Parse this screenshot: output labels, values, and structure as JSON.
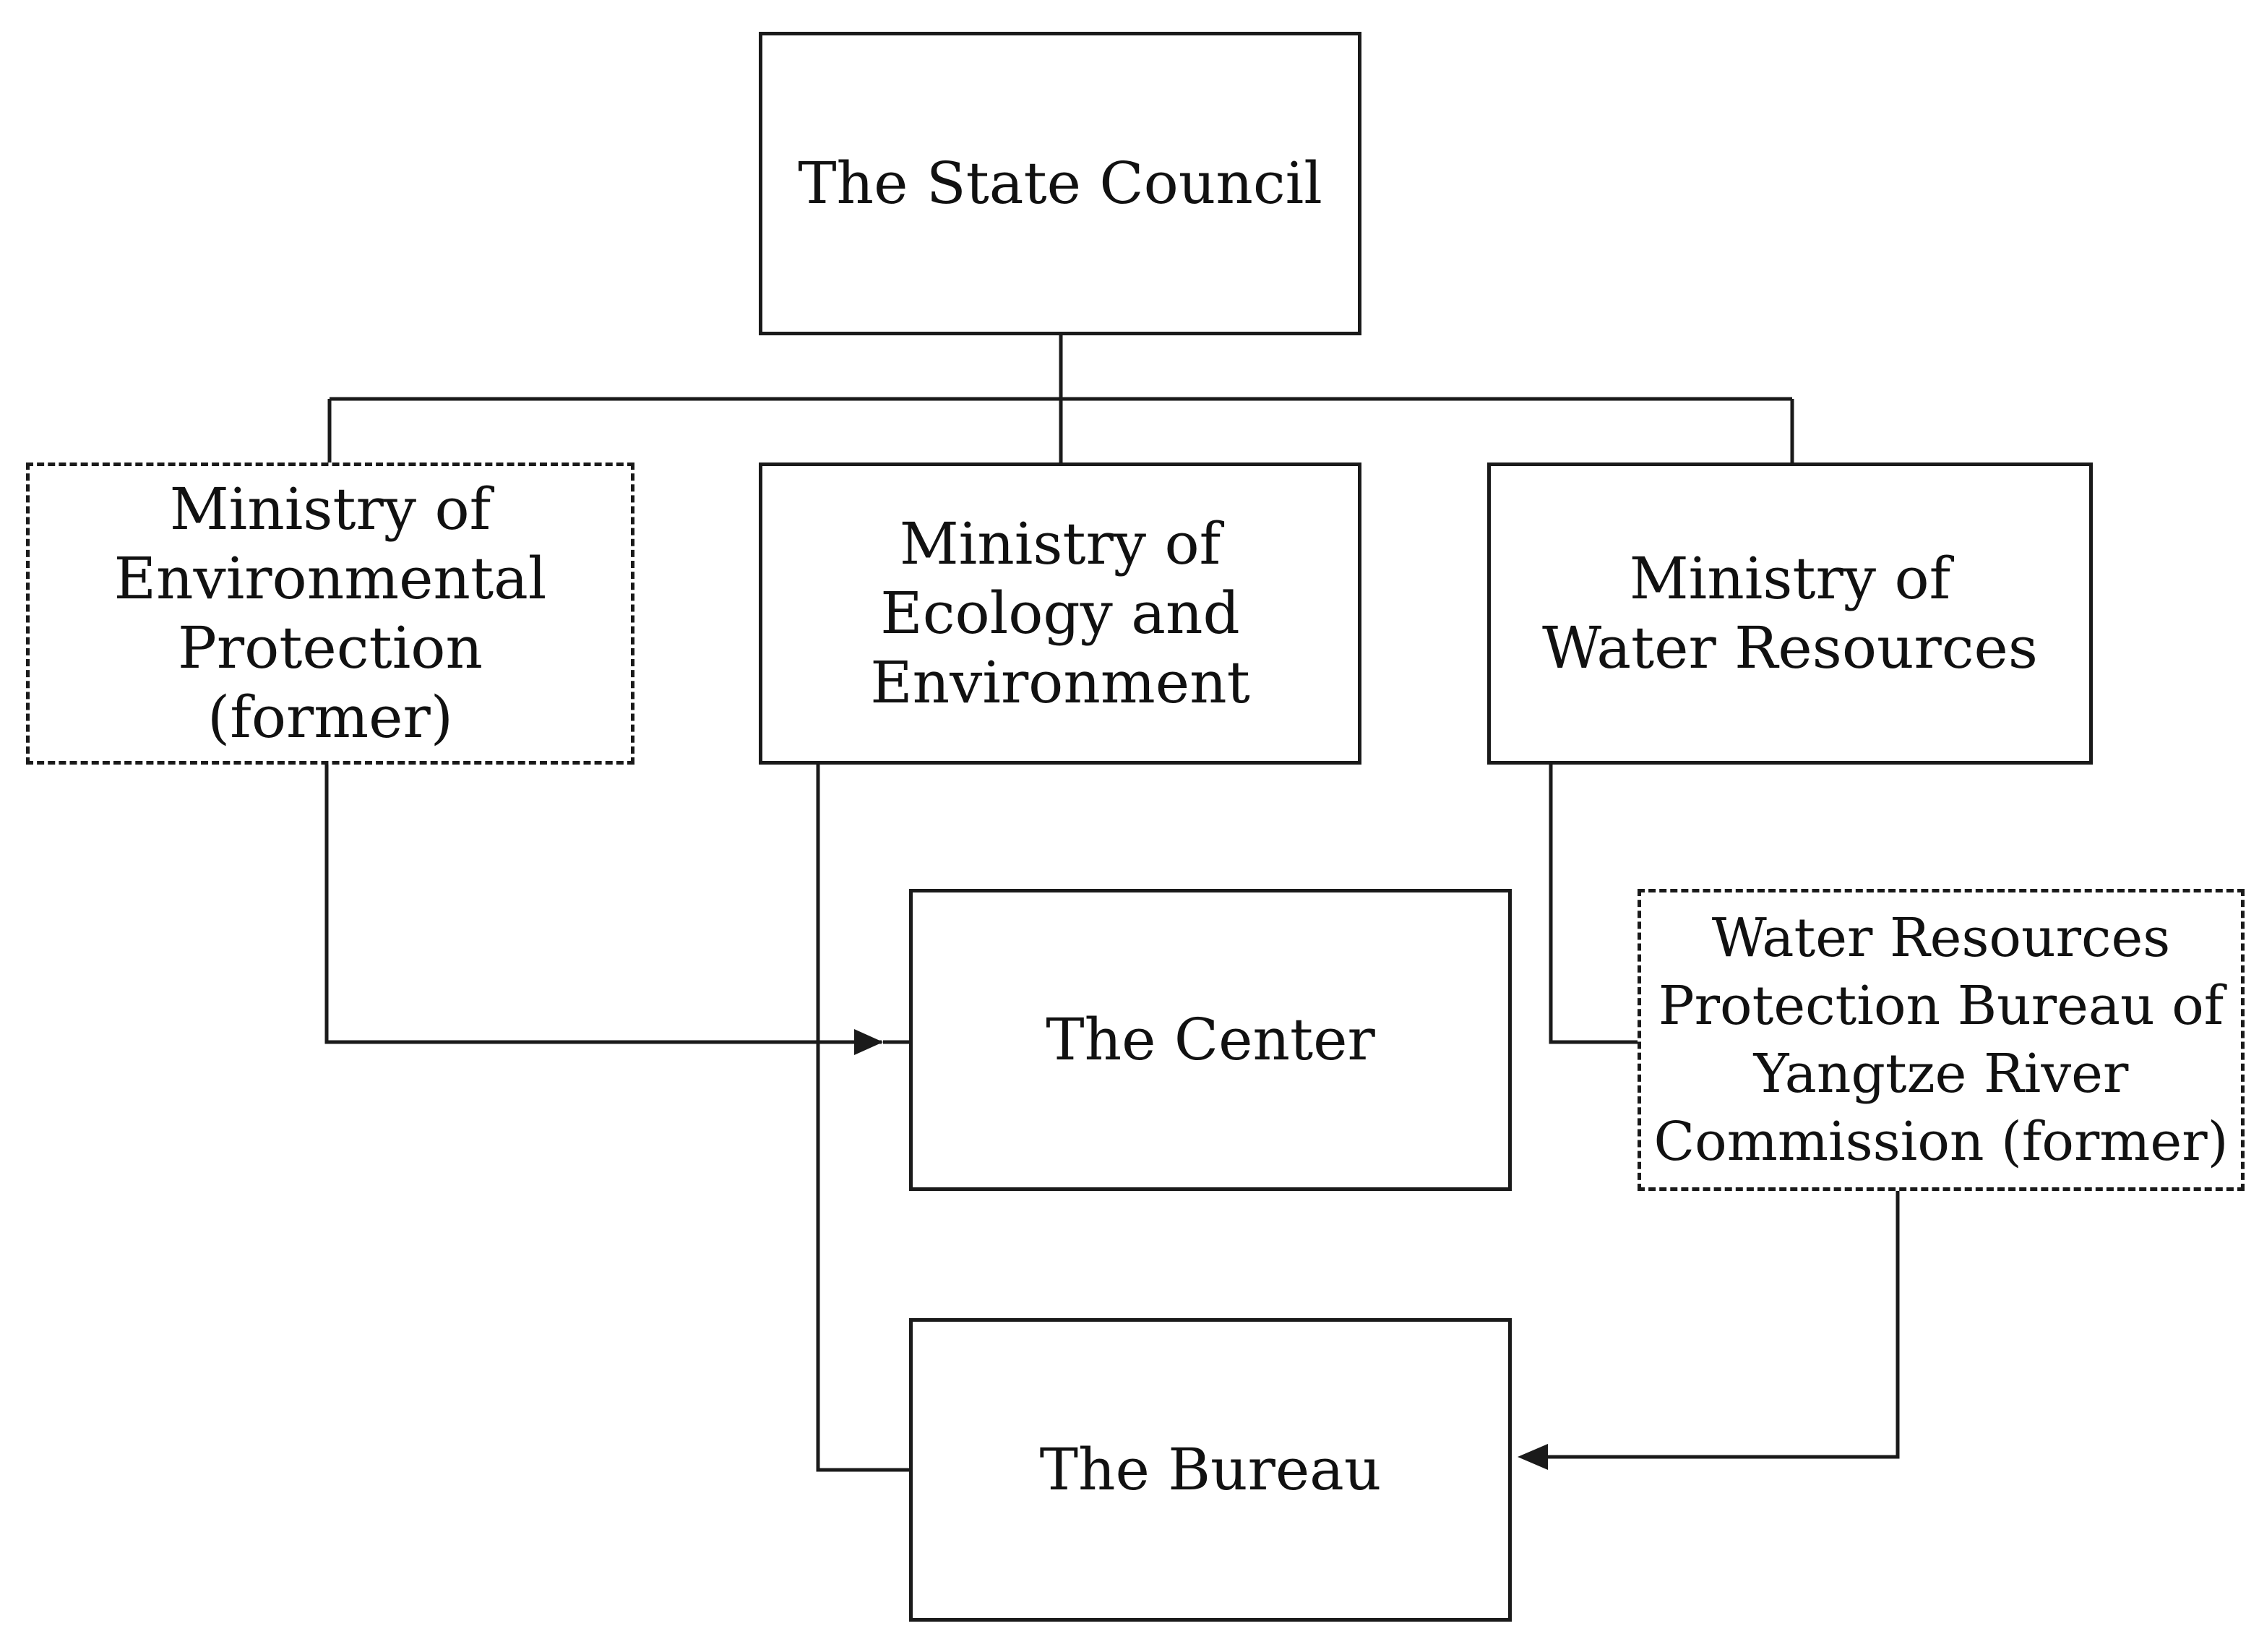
{
  "diagram": {
    "nodes": [
      {
        "id": "state_council",
        "label": "The State Council",
        "style": "solid"
      },
      {
        "id": "mep_former",
        "label": "Ministry of Environmental Protection (former)",
        "style": "dashed"
      },
      {
        "id": "mee",
        "label": "Ministry of Ecology and Environment",
        "style": "solid"
      },
      {
        "id": "mwr",
        "label": "Ministry of Water Resources",
        "style": "solid"
      },
      {
        "id": "center",
        "label": "The Center",
        "style": "solid"
      },
      {
        "id": "wrpb_former",
        "label": "Water Resources Protection Bureau of Yangtze River Commission (former)",
        "style": "dashed"
      },
      {
        "id": "bureau",
        "label": "The Bureau",
        "style": "solid"
      }
    ],
    "edges": [
      {
        "from": "state_council",
        "to": "mep_former",
        "arrow": false
      },
      {
        "from": "state_council",
        "to": "mee",
        "arrow": false
      },
      {
        "from": "state_council",
        "to": "mwr",
        "arrow": false
      },
      {
        "from": "mep_former",
        "to": "center",
        "arrow": true
      },
      {
        "from": "mee",
        "to": "bureau",
        "arrow": false
      },
      {
        "from": "mwr",
        "to": "wrpb_former",
        "arrow": false
      },
      {
        "from": "wrpb_former",
        "to": "bureau",
        "arrow": true
      }
    ],
    "colors": {
      "line": "#1a1a1a",
      "text": "#111111",
      "background": "#ffffff"
    }
  }
}
